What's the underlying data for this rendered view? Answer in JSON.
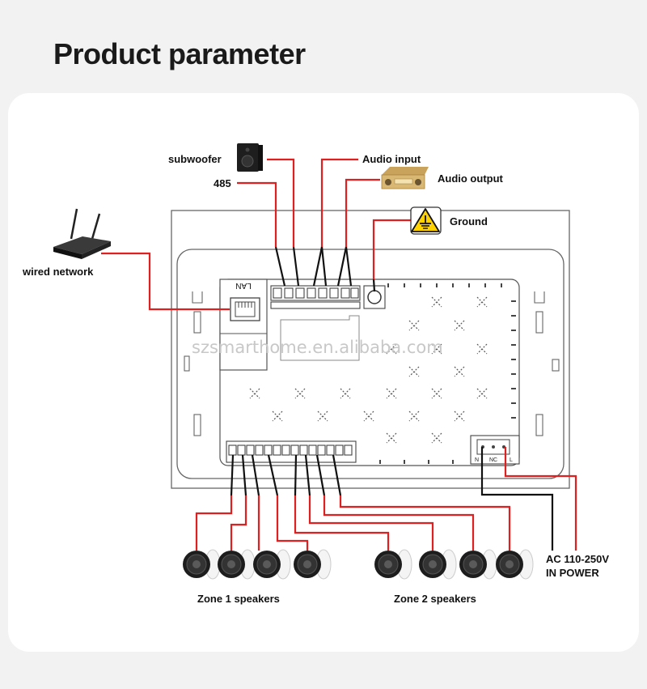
{
  "page": {
    "title": "Product parameter"
  },
  "labels": {
    "subwoofer": "subwoofer",
    "audio_input": "Audio input",
    "audio_output": "Audio output",
    "rs485": "485",
    "ground": "Ground",
    "wired_network": "wired network",
    "lan": "LAN",
    "watermark": "szsmarthome.en.alibaba.com",
    "power_n": "N",
    "power_nc": "NC",
    "power_l": "L",
    "ac_line1": "AC 110-250V",
    "ac_line2": "IN POWER",
    "zone1": "Zone 1 speakers",
    "zone2": "Zone 2 speakers"
  },
  "colors": {
    "wire_red": "#e02020",
    "wire_black": "#111111",
    "panel_line": "#555555",
    "card_bg": "#ffffff",
    "page_bg": "#f2f2f2"
  },
  "icons": [
    "router-icon",
    "subwoofer-icon",
    "amplifier-icon",
    "ground-warning-icon",
    "speaker-icon"
  ]
}
